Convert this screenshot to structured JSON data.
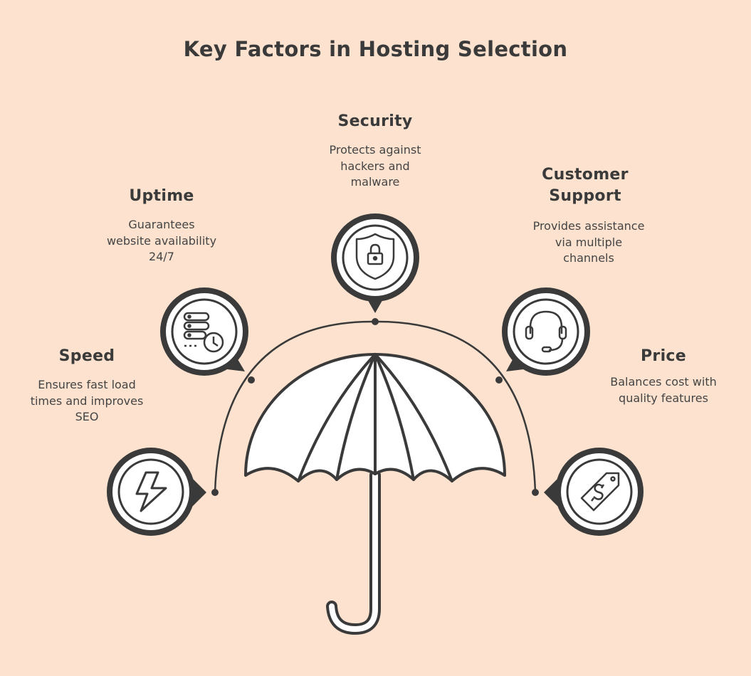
{
  "title": "Key Factors in Hosting Selection",
  "factors": [
    {
      "title": "Speed",
      "description": "Ensures fast load times and improves SEO",
      "icon": "lightning-bolt-icon"
    },
    {
      "title": "Uptime",
      "description": "Guarantees website availability 24/7",
      "icon": "server-clock-icon"
    },
    {
      "title": "Security",
      "description": "Protects against hackers and malware",
      "icon": "shield-lock-icon"
    },
    {
      "title": "Customer Support",
      "description": "Provides assistance via multiple channels",
      "icon": "headset-icon"
    },
    {
      "title": "Price",
      "description": "Balances cost with quality features",
      "icon": "price-tag-icon"
    }
  ],
  "central_icon": "umbrella-icon",
  "colors": {
    "background": "#fde3cf",
    "stroke": "#3a3a3a",
    "fill": "#ffffff",
    "text": "#333333"
  }
}
